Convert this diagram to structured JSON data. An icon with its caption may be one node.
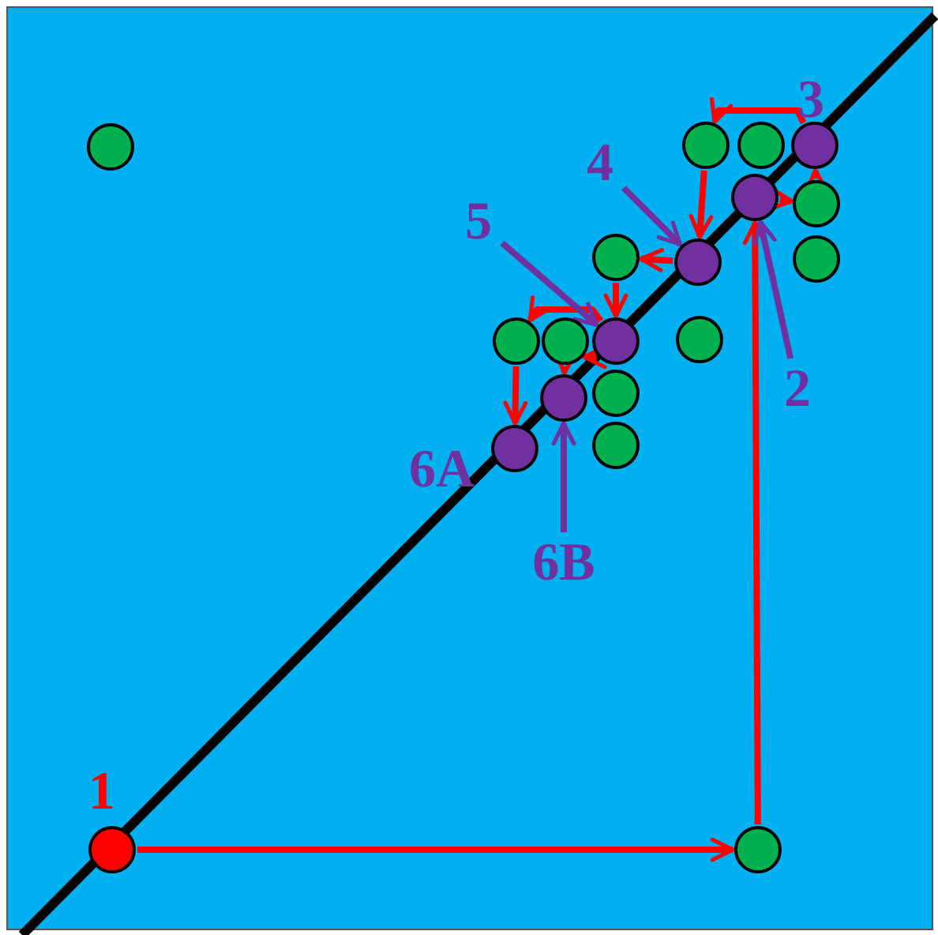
{
  "diagram": {
    "nodes": [
      {
        "text": [],
        "shape": "circle"
      },
      {
        "text": [],
        "shape": "circle"
      },
      {
        "text": [],
        "shape": "circle"
      },
      {
        "text": [],
        "shape": "circle",
        "beside": [
          "3"
        ]
      },
      {
        "text": [
          "4"
        ]
      },
      {
        "text": [],
        "shape": "circle"
      },
      {
        "text": [],
        "shape": "circle"
      },
      {
        "text": [
          "5"
        ]
      },
      {
        "text": [],
        "shape": "circle"
      },
      {
        "text": [],
        "shape": "circle"
      },
      {
        "text": [],
        "shape": "circle"
      },
      {
        "text": [],
        "shape": "circle"
      },
      {
        "text": [],
        "shape": "circle"
      },
      {
        "text": [],
        "shape": "circle"
      },
      {
        "text": [],
        "shape": "circle"
      },
      {
        "text": [
          "2"
        ]
      },
      {
        "text": [],
        "shape": "circle"
      },
      {
        "text": [],
        "shape": "circle"
      },
      {
        "text": [],
        "shape": "circle"
      },
      {
        "text": [],
        "shape": "circle",
        "beside": [
          "6A"
        ]
      },
      {
        "text": [
          "6B"
        ]
      },
      {
        "text": [],
        "shape": "circle",
        "beside": [
          "1"
        ]
      },
      {
        "text": [],
        "shape": "circle"
      }
    ],
    "edges": [
      {
        "from": 21,
        "to": 22,
        "arrow": "to"
      },
      {
        "from": 22,
        "to": 5,
        "arrow": "to"
      },
      {
        "from": 5,
        "to": 6,
        "arrow": "to"
      },
      {
        "from": 6,
        "to": 3,
        "arrow": "to"
      },
      {
        "from": 3,
        "to": 1,
        "arrow": "to"
      },
      {
        "from": 1,
        "to": 9,
        "arrow": "to"
      },
      {
        "from": 9,
        "to": 8,
        "arrow": "to"
      },
      {
        "from": 8,
        "to": 13,
        "arrow": "to"
      },
      {
        "from": 13,
        "to": 11,
        "arrow": "to"
      },
      {
        "from": 11,
        "to": 19,
        "arrow": "to"
      },
      {
        "from": 13,
        "to": 12,
        "arrow": "to"
      },
      {
        "from": 12,
        "to": 17,
        "arrow": "to"
      },
      {
        "from": 15,
        "to": 5,
        "arrow": "to",
        "color": "#7030a0"
      },
      {
        "from": 4,
        "to": 9,
        "arrow": "to",
        "color": "#7030a0"
      },
      {
        "from": 7,
        "to": 13,
        "arrow": "to",
        "color": "#7030a0"
      },
      {
        "from": 20,
        "to": 17,
        "arrow": "to",
        "color": "#7030a0"
      }
    ]
  }
}
